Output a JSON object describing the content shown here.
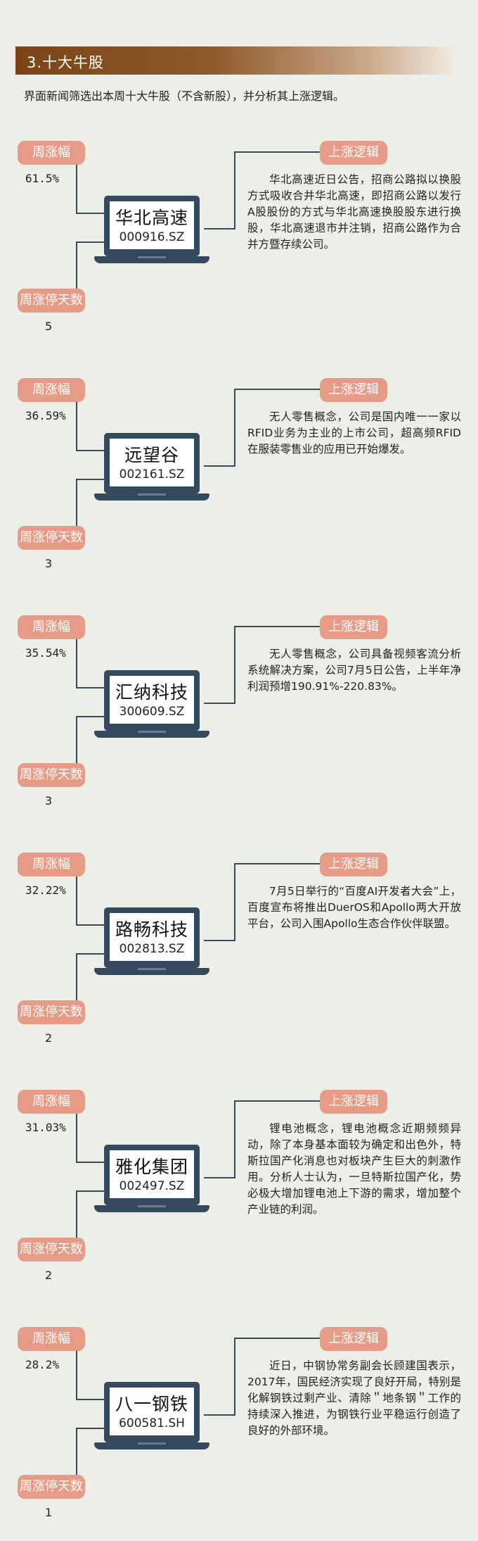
{
  "section": {
    "title": "3.十大牛股",
    "intro": "界面新闻筛选出本周十大牛股（不含新股），并分析其上涨逻辑。"
  },
  "labels": {
    "gain": "周涨幅",
    "limit_days": "周涨停天数",
    "logic": "上涨逻辑"
  },
  "stocks": [
    {
      "name": "华北高速",
      "code": "000916.SZ",
      "gain": "61.5%",
      "limit_days": "5",
      "logic": "华北高速近日公告，招商公路拟以换股方式吸收合并华北高速，即招商公路以发行A股股份的方式与华北高速换股股东进行换股，华北高速退市并注销，招商公路作为合并方暨存续公司。"
    },
    {
      "name": "远望谷",
      "code": "002161.SZ",
      "gain": "36.59%",
      "limit_days": "3",
      "logic": "无人零售概念，公司是国内唯一一家以RFID业务为主业的上市公司，超高频RFID在服装零售业的应用已开始爆发。"
    },
    {
      "name": "汇纳科技",
      "code": "300609.SZ",
      "gain": "35.54%",
      "limit_days": "3",
      "logic": "无人零售概念，公司具备视频客流分析系统解决方案，公司7月5日公告，上半年净利润预增190.91%-220.83%。"
    },
    {
      "name": "路畅科技",
      "code": "002813.SZ",
      "gain": "32.22%",
      "limit_days": "2",
      "logic": "7月5日举行的“百度AI开发者大会”上，百度宣布将推出DuerOS和Apollo两大开放平台，公司入围Apollo生态合作伙伴联盟。"
    },
    {
      "name": "雅化集团",
      "code": "002497.SZ",
      "gain": "31.03%",
      "limit_days": "2",
      "logic": "锂电池概念，锂电池概念近期频频异动，除了本身基本面较为确定和出色外，特斯拉国产化消息也对板块产生巨大的刺激作用。分析人士认为，一旦特斯拉国产化，势必极大增加锂电池上下游的需求，增加整个产业链的利润。"
    },
    {
      "name": "八一钢铁",
      "code": "600581.SH",
      "gain": "28.2%",
      "limit_days": "1",
      "logic": "近日，中钢协常务副会长顾建国表示，2017年，国民经济实现了良好开局，特别是化解钢铁过剩产业、清除＂地条钢＂工作的持续深入推进，为钢铁行业平稳运行创造了良好的外部环境。"
    }
  ]
}
